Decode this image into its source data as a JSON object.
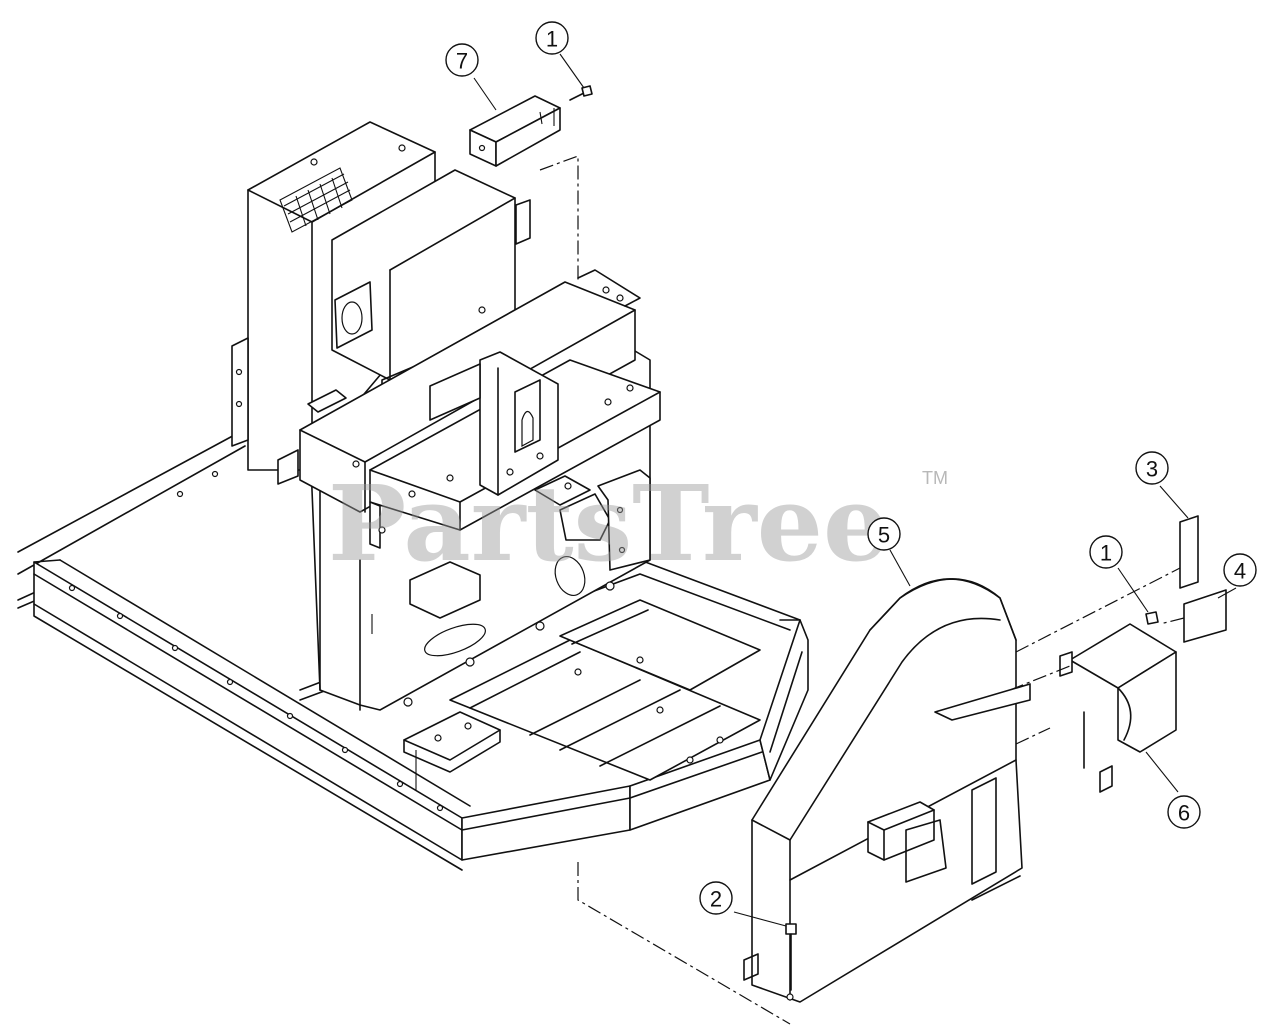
{
  "watermark": {
    "text": "PartsTree",
    "trademark": "TM"
  },
  "callouts": [
    "1",
    "2",
    "3",
    "4",
    "5",
    "6",
    "7",
    "1"
  ]
}
